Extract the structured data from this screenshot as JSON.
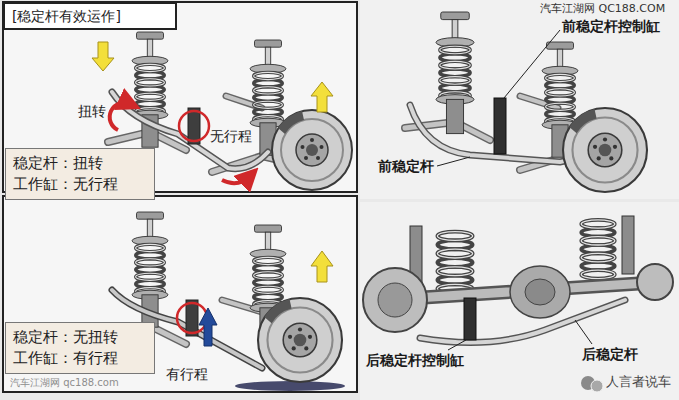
{
  "diagram": {
    "nodes": [
      {
        "text": [
          "[稳定杆有效运作]"
        ]
      },
      {
        "text": [
          "稳定杆：扭转",
          "工作缸：无行程"
        ]
      },
      {
        "text": [
          "稳定杆：无扭转",
          "工作缸：有行程"
        ]
      }
    ],
    "labels": [
      "扭转",
      "无行程",
      "有行程",
      "汽车江湖网 QC188.COM",
      "前稳定杆控制缸",
      "前稳定杆",
      "后稳定杆控制缸",
      "后稳定杆",
      "人言者说车",
      "汽车江湖网 qc188.com"
    ]
  }
}
